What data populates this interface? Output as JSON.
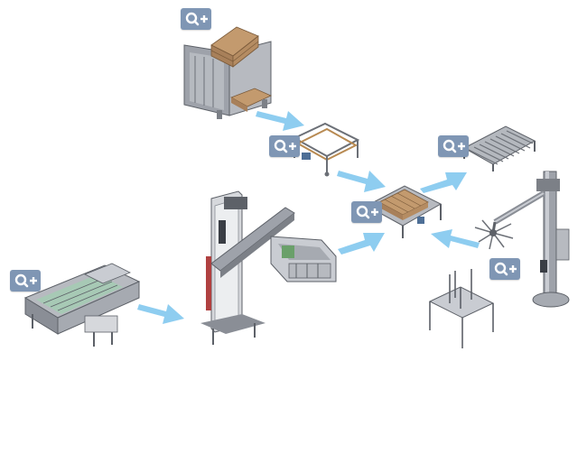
{
  "colors": {
    "arrow": "#8ecdf0",
    "zoom_button": "#7f96b4",
    "machine_frame": "#8a8e96",
    "machine_light": "#c9ccd2",
    "pallet_wood": "#b89066",
    "accent_green": "#6aa06a"
  },
  "zoom_buttons": [
    {
      "name": "zoom-button-pallet-magazine",
      "icon": "magnifier-plus-icon"
    },
    {
      "name": "zoom-button-pallet-conveyor",
      "icon": "magnifier-plus-icon"
    },
    {
      "name": "zoom-button-roller-conveyor",
      "icon": "magnifier-plus-icon"
    },
    {
      "name": "zoom-button-central-station",
      "icon": "magnifier-plus-icon"
    },
    {
      "name": "zoom-button-case-infeed",
      "icon": "magnifier-plus-icon"
    },
    {
      "name": "zoom-button-robot-column",
      "icon": "magnifier-plus-icon"
    }
  ]
}
